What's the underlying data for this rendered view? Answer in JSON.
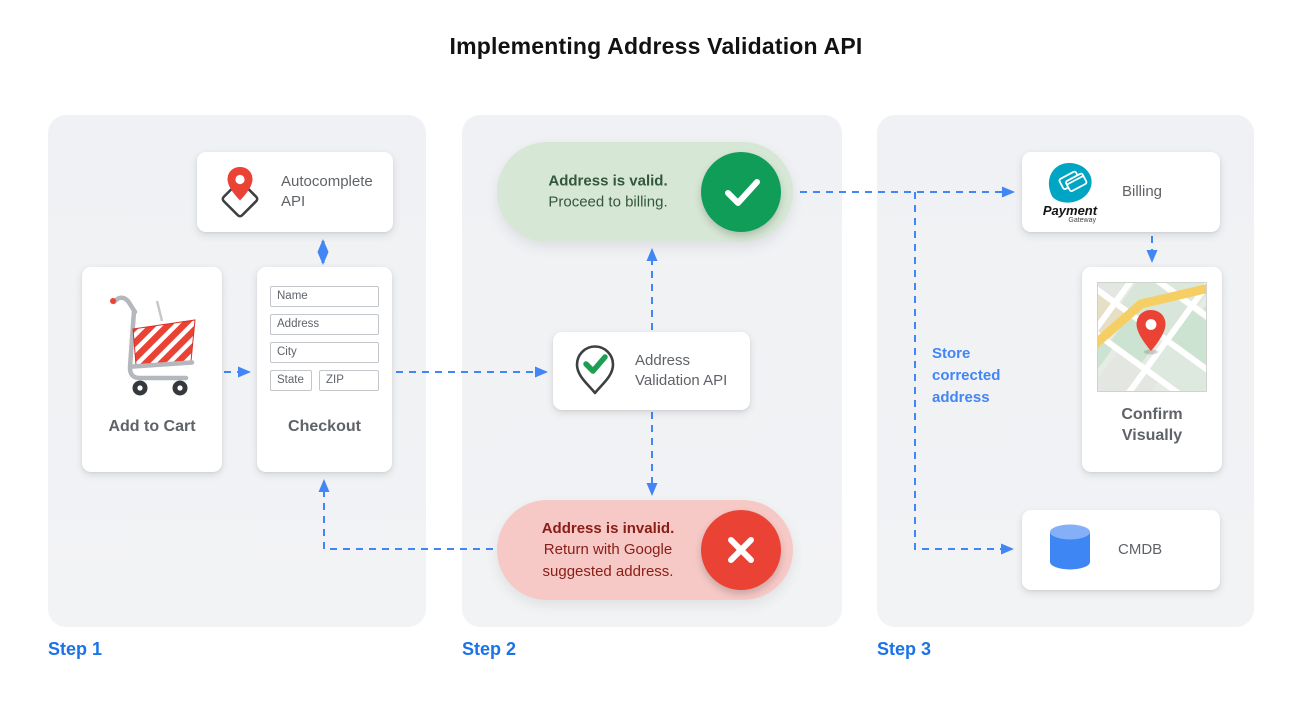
{
  "title": "Implementing Address Validation API",
  "colors": {
    "arrow_blue": "#4285f4",
    "step_blue": "#1a73e8",
    "valid_green_circle": "#0f9d58",
    "valid_pill_bg": "#d7e7d5",
    "invalid_red_circle": "#ea4335",
    "invalid_pill_bg": "#f6c9c6",
    "panel_bg": "#f0f2f4",
    "gray_text": "#5f6368"
  },
  "steps": [
    {
      "label": "Step 1"
    },
    {
      "label": "Step 2"
    },
    {
      "label": "Step 3"
    }
  ],
  "step1": {
    "autocomplete_card": {
      "label": "Autocomplete API",
      "icon": "map-pin-diamond-icon"
    },
    "cart_card": {
      "label": "Add to Cart",
      "icon": "shopping-cart-icon"
    },
    "checkout_card": {
      "label": "Checkout",
      "fields": [
        "Name",
        "Address",
        "City",
        "State",
        "ZIP"
      ]
    }
  },
  "step2": {
    "valid_pill": {
      "title": "Address is valid.",
      "subtitle": "Proceed to billing.",
      "icon": "check-circle-icon"
    },
    "validation_card": {
      "label": "Address Validation API",
      "icon": "pin-check-icon"
    },
    "invalid_pill": {
      "title": "Address is invalid.",
      "subtitle": "Return with Google suggested address.",
      "icon": "x-circle-icon"
    }
  },
  "step3": {
    "billing_card": {
      "label": "Billing",
      "logo_title": "Payment",
      "logo_subtitle": "Gateway",
      "icon": "payment-gateway-logo"
    },
    "confirm_card": {
      "label": "Confirm Visually",
      "icon": "map-thumbnail"
    },
    "cmdb_card": {
      "label": "CMDB",
      "icon": "database-icon"
    },
    "store_note": "Store corrected address"
  }
}
